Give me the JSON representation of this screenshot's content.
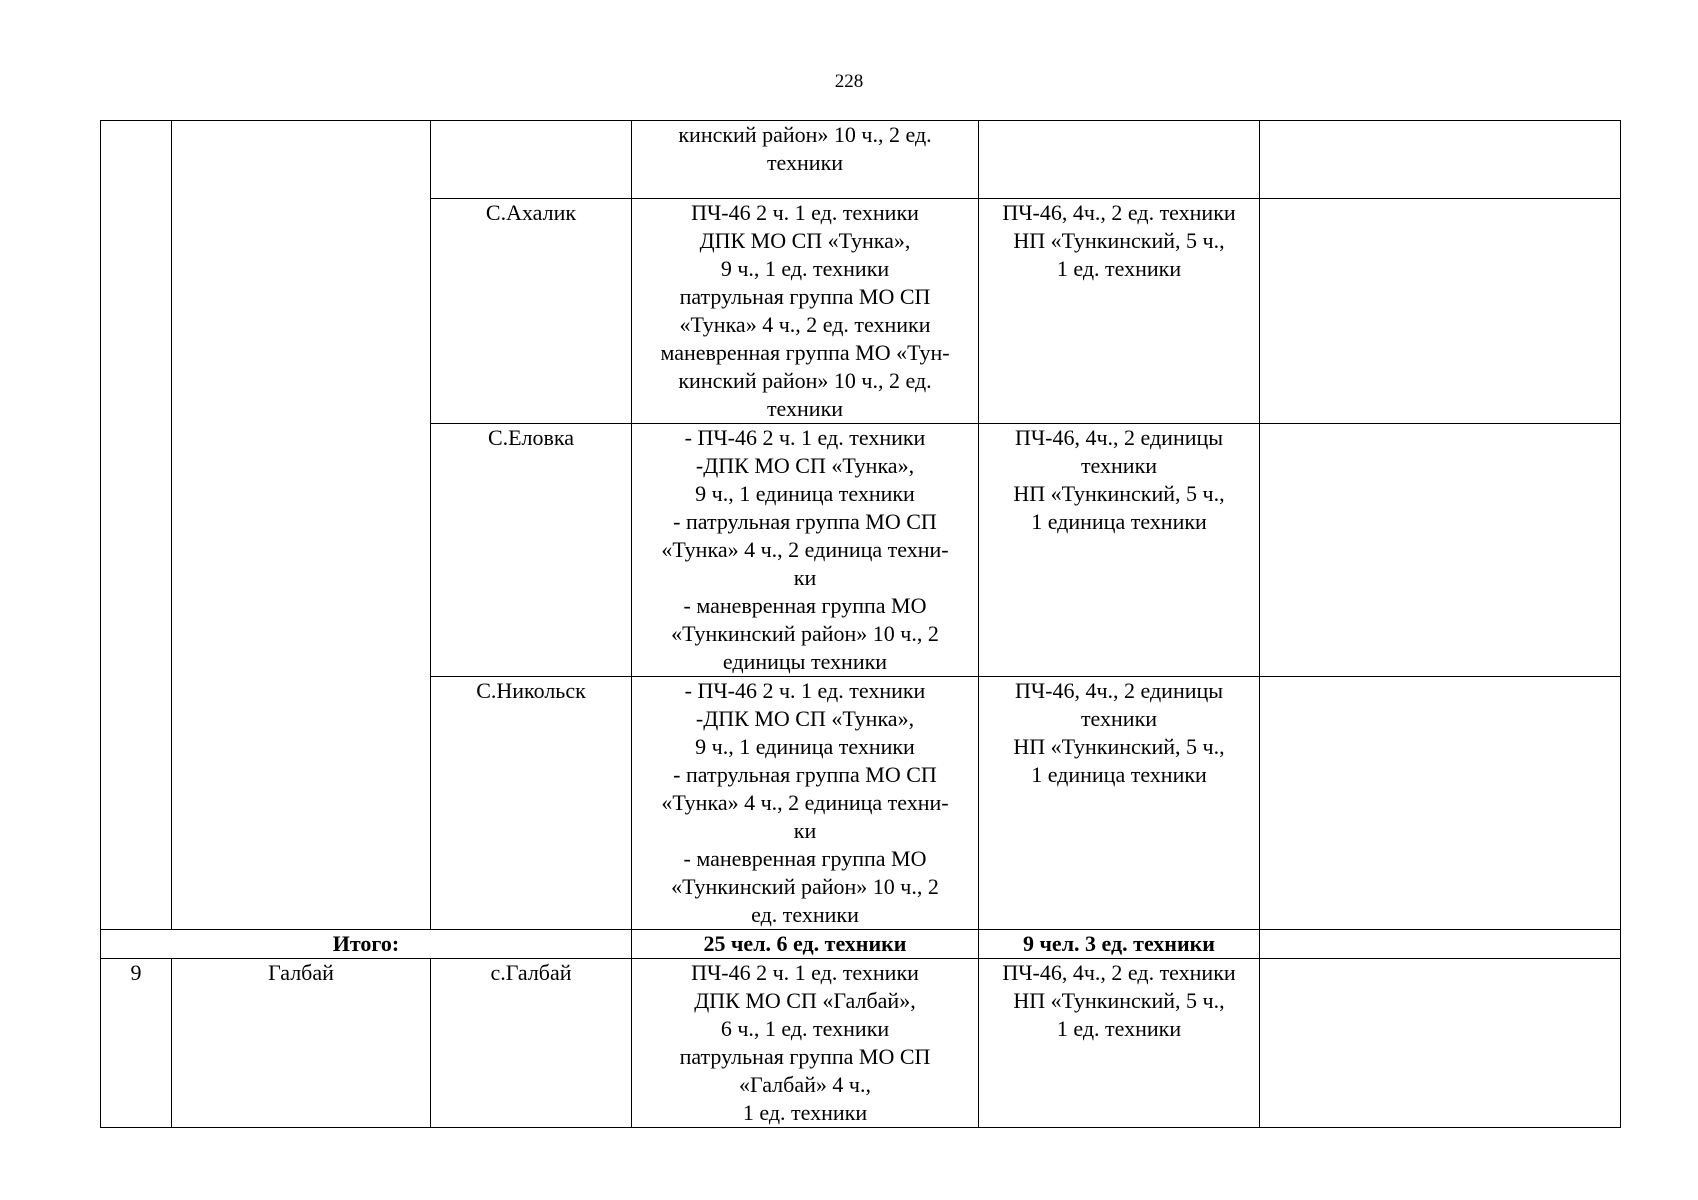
{
  "page_number": "228",
  "rows": [
    {
      "settlement": "",
      "forces": "кинский район» 10 ч., 2 ед.\nтехники",
      "reserve": ""
    },
    {
      "settlement": "С.Ахалик",
      "forces": "ПЧ-46 2 ч. 1 ед. техники\nДПК МО СП «Тунка»,\n9 ч., 1 ед. техники\nпатрульная группа МО СП\n«Тунка» 4 ч., 2 ед. техники\nманевренная группа МО «Тун-\nкинский район» 10 ч., 2 ед.\nтехники",
      "reserve": "ПЧ-46, 4ч., 2 ед. техники\nНП «Тункинский, 5 ч.,\n1 ед. техники"
    },
    {
      "settlement": "С.Еловка",
      "forces": "- ПЧ-46 2 ч. 1 ед. техники\n-ДПК МО СП «Тунка»,\n9 ч., 1 единица техники\n- патрульная группа МО СП\n«Тунка» 4 ч., 2 единица техни-\nки\n- маневренная группа МО\n«Тункинский район» 10 ч., 2\nединицы техники",
      "reserve": "ПЧ-46, 4ч., 2 единицы\nтехники\nНП «Тункинский, 5 ч.,\n1 единица техники"
    },
    {
      "settlement": "С.Никольск",
      "forces": "- ПЧ-46 2 ч. 1 ед. техники\n-ДПК МО СП «Тунка»,\n9 ч., 1 единица техники\n- патрульная группа МО СП\n«Тунка» 4 ч., 2 единица техни-\nки\n- маневренная группа МО\n«Тункинский район» 10 ч., 2\nед. техники",
      "reserve": "ПЧ-46, 4ч., 2 единицы\nтехники\nНП «Тункинский, 5 ч.,\n1 единица техники"
    }
  ],
  "total": {
    "label": "Итого:",
    "forces": "25 чел. 6 ед. техники",
    "reserve": "9 чел. 3 ед. техники"
  },
  "galbay": {
    "number": "9",
    "municipality": "Галбай",
    "settlement": "с.Галбай",
    "forces": "ПЧ-46 2 ч. 1 ед. техники\nДПК МО СП «Галбай»,\n6 ч., 1 ед. техники\nпатрульная группа МО СП\n«Галбай» 4 ч.,\n1 ед. техники",
    "reserve": "ПЧ-46, 4ч., 2 ед. техники\nНП «Тункинский, 5 ч.,\n1 ед. техники"
  }
}
